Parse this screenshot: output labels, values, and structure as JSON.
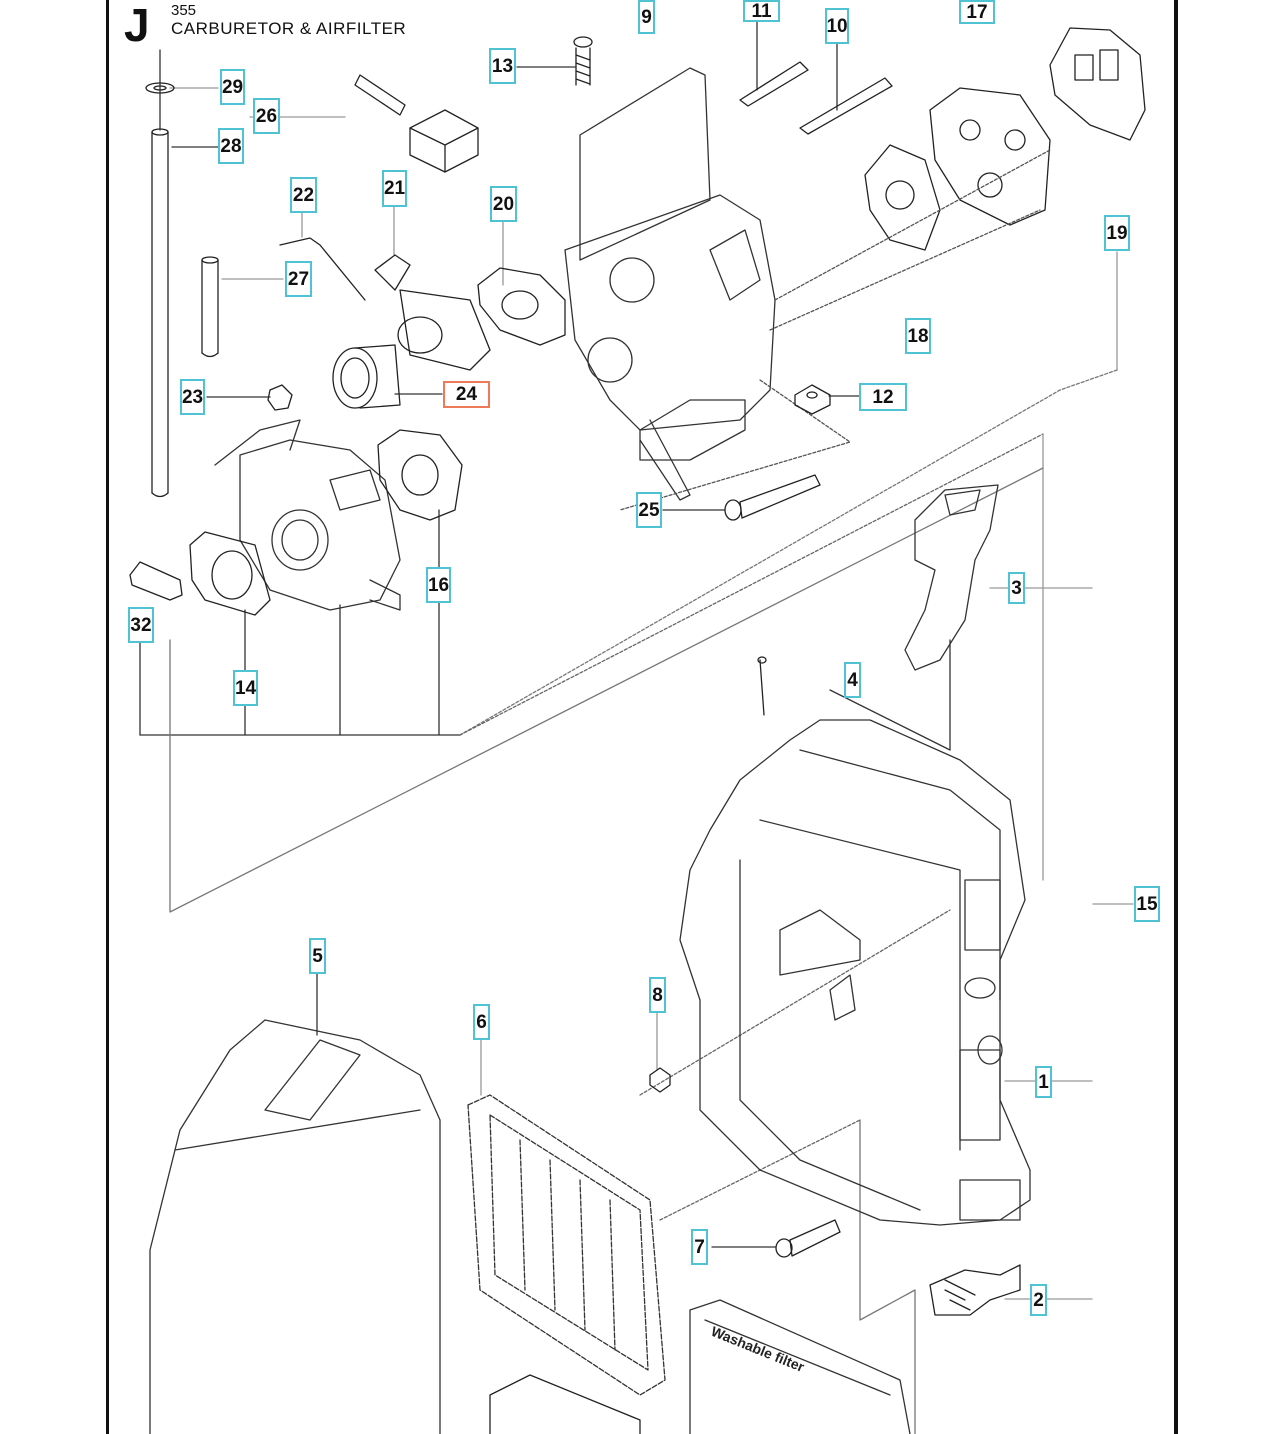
{
  "section": {
    "letter": "J",
    "model": "355",
    "title": "CARBURETOR & AIRFILTER"
  },
  "colors": {
    "callout_border": "#4fc3d4",
    "callout_highlight_border": "#ef7a5a",
    "line": "#222222",
    "frame": "#111111"
  },
  "selected_part": "24",
  "callouts": [
    {
      "id": "1",
      "label": "1",
      "highlighted": false
    },
    {
      "id": "2",
      "label": "2",
      "highlighted": false
    },
    {
      "id": "3",
      "label": "3",
      "highlighted": false
    },
    {
      "id": "4",
      "label": "4",
      "highlighted": false
    },
    {
      "id": "5",
      "label": "5",
      "highlighted": false
    },
    {
      "id": "6",
      "label": "6",
      "highlighted": false
    },
    {
      "id": "7",
      "label": "7",
      "highlighted": false
    },
    {
      "id": "8",
      "label": "8",
      "highlighted": false
    },
    {
      "id": "9",
      "label": "9",
      "highlighted": false
    },
    {
      "id": "10",
      "label": "10",
      "highlighted": false
    },
    {
      "id": "11",
      "label": "11",
      "highlighted": false
    },
    {
      "id": "12",
      "label": "12",
      "highlighted": false
    },
    {
      "id": "13",
      "label": "13",
      "highlighted": false
    },
    {
      "id": "14",
      "label": "14",
      "highlighted": false
    },
    {
      "id": "15",
      "label": "15",
      "highlighted": false
    },
    {
      "id": "16",
      "label": "16",
      "highlighted": false
    },
    {
      "id": "17",
      "label": "17",
      "highlighted": false
    },
    {
      "id": "18",
      "label": "18",
      "highlighted": false
    },
    {
      "id": "19",
      "label": "19",
      "highlighted": false
    },
    {
      "id": "20",
      "label": "20",
      "highlighted": false
    },
    {
      "id": "21",
      "label": "21",
      "highlighted": false
    },
    {
      "id": "22",
      "label": "22",
      "highlighted": false
    },
    {
      "id": "23",
      "label": "23",
      "highlighted": false
    },
    {
      "id": "24",
      "label": "24",
      "highlighted": true
    },
    {
      "id": "25",
      "label": "25",
      "highlighted": false
    },
    {
      "id": "26",
      "label": "26",
      "highlighted": false
    },
    {
      "id": "27",
      "label": "27",
      "highlighted": false
    },
    {
      "id": "28",
      "label": "28",
      "highlighted": false
    },
    {
      "id": "29",
      "label": "29",
      "highlighted": false
    },
    {
      "id": "32",
      "label": "32",
      "highlighted": false
    }
  ],
  "filter_text": "Washable filter"
}
